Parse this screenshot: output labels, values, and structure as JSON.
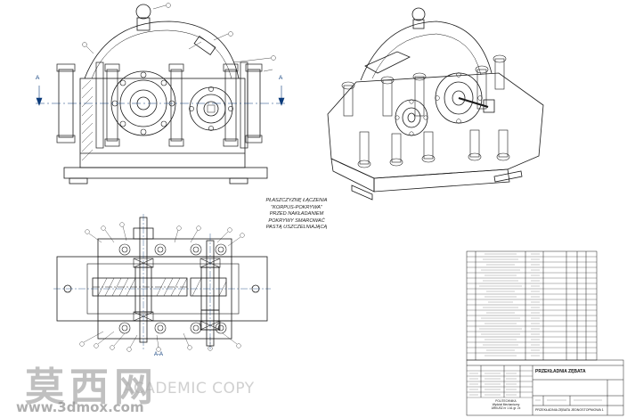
{
  "drawing": {
    "note_lines": [
      "PŁASZCZYZNĘ ŁĄCZENIA",
      "\"KORPUS-POKRYWA\"",
      "PRZED NAKŁADANIEM",
      "POKRYWY SMAROWAĆ",
      "PASTĄ USZCZELNIAJĄCĄ"
    ],
    "section_marks": {
      "left": "A",
      "right": "A",
      "section_caption": "A-A"
    },
    "title_block": {
      "title": "PRZEKŁADNIA ZĘBATA",
      "subtitle": "PRZEKŁADNIA ZĘBATA  JEDNOSTOPNIOWA 1",
      "school_lines": [
        "POLITECHNIKA",
        "Wydział Mechaniczny",
        "ARKUSZ nr 1   A1 gr. 2x"
      ]
    }
  },
  "watermark": {
    "logo_text": "莫西网",
    "url_text": "www.3dmox.com",
    "copy_text": "ACADEMIC COPY"
  },
  "colors": {
    "line": "#1a1a1a",
    "dim": "#0a3a7a",
    "watermark": "#8c8c8c"
  }
}
